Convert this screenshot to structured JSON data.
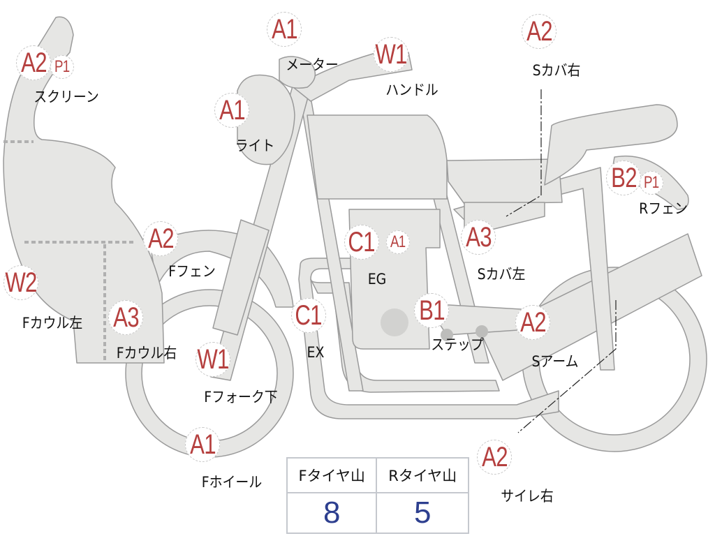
{
  "colors": {
    "body_fill": "#e6e6e4",
    "outline": "#9a9a9a",
    "grade_text": "#b5403f",
    "tire_value": "#2d3f8f"
  },
  "parts": [
    {
      "name": "スクリーン",
      "grades": [
        "A2",
        "P1"
      ]
    },
    {
      "name": "メーター",
      "grades": [
        "A1"
      ]
    },
    {
      "name": "ハンドル",
      "grades": [
        "W1"
      ]
    },
    {
      "name": "ライト",
      "grades": [
        "A1"
      ]
    },
    {
      "name": "Sカバ右",
      "grades": [
        "A2"
      ]
    },
    {
      "name": "Rフェン",
      "grades": [
        "B2",
        "P1"
      ]
    },
    {
      "name": "Fフェン",
      "grades": [
        "A2"
      ]
    },
    {
      "name": "EG",
      "grades": [
        "C1",
        "A1"
      ]
    },
    {
      "name": "Sカバ左",
      "grades": [
        "A3"
      ]
    },
    {
      "name": "Fカウル左",
      "grades": [
        "W2"
      ]
    },
    {
      "name": "Fカウル右",
      "grades": [
        "A3"
      ]
    },
    {
      "name": "EX",
      "grades": [
        "C1"
      ]
    },
    {
      "name": "ステップ",
      "grades": [
        "B1"
      ]
    },
    {
      "name": "Sアーム",
      "grades": [
        "A2"
      ]
    },
    {
      "name": "Fフォーク下",
      "grades": [
        "W1"
      ]
    },
    {
      "name": "Fホイール",
      "grades": [
        "A1"
      ]
    },
    {
      "name": "サイレ右",
      "grades": [
        "A2"
      ]
    }
  ],
  "tire_table": {
    "headers": [
      "Fタイヤ山",
      "Rタイヤ山"
    ],
    "values": [
      "8",
      "5"
    ]
  }
}
